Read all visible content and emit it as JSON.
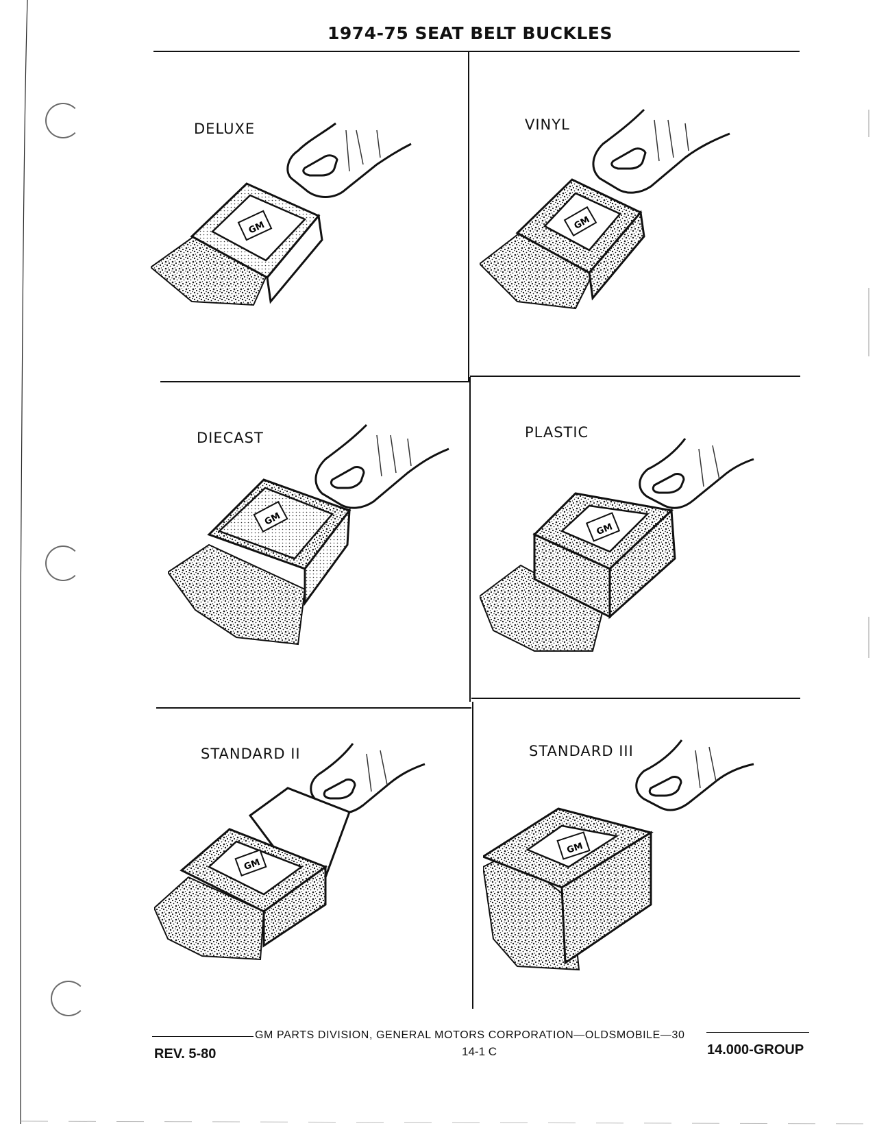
{
  "page": {
    "title": "1974-75 SEAT BELT BUCKLES"
  },
  "buckles": [
    {
      "label": "DELUXE",
      "logo": "GM"
    },
    {
      "label": "VINYL",
      "logo": "GM"
    },
    {
      "label": "DIECAST",
      "logo": "GM"
    },
    {
      "label": "PLASTIC",
      "logo": "GM"
    },
    {
      "label": "STANDARD II",
      "logo": "GM"
    },
    {
      "label": "STANDARD III",
      "logo": "GM"
    }
  ],
  "footer": {
    "corporation": "GM PARTS DIVISION,  GENERAL MOTORS CORPORATION—OLDSMOBILE—30",
    "revision": "REV. 5-80",
    "page_number": "14-1 C",
    "group": "14.000-GROUP"
  }
}
